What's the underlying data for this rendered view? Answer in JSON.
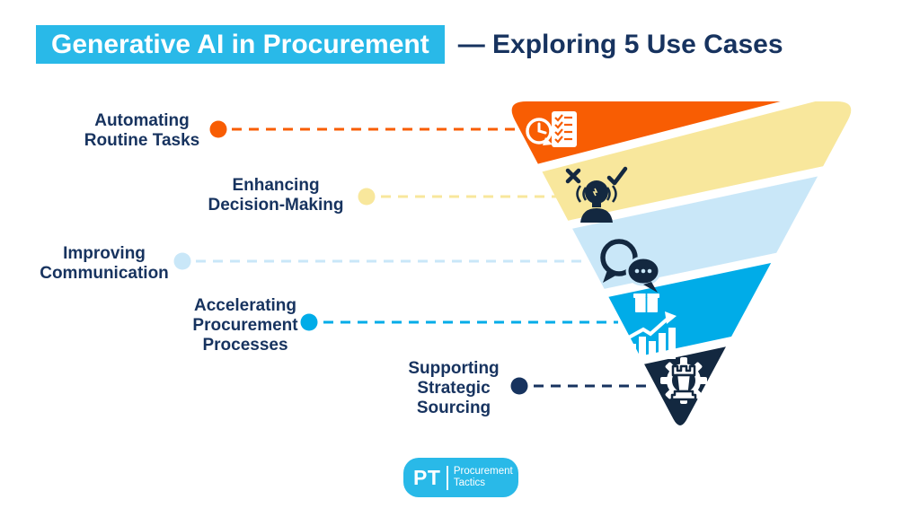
{
  "title": {
    "highlight": "Generative AI in Procurement",
    "suffix": "— Exploring 5 Use Cases"
  },
  "colors": {
    "orange": "#F85D03",
    "cream": "#F8E79C",
    "pale_blue": "#C9E7F8",
    "cyan_band": "#00ACE8",
    "navy": "#132840",
    "cyan_bright": "#29B9E8",
    "text_navy": "#17335F"
  },
  "use_cases": [
    {
      "label": "Automating\nRoutine Tasks",
      "icon": "clock-checklist-icon",
      "color_key": "orange"
    },
    {
      "label": "Enhancing\nDecision-Making",
      "icon": "lightbulb-person-icon",
      "color_key": "cream"
    },
    {
      "label": "Improving\nCommunication",
      "icon": "chat-bubbles-icon",
      "color_key": "pale_blue"
    },
    {
      "label": "Accelerating\nProcurement\nProcesses",
      "icon": "box-bar-chart-icon",
      "color_key": "cyan_band"
    },
    {
      "label": "Supporting\nStrategic\nSourcing",
      "icon": "gear-chess-icon",
      "color_key": "navy"
    }
  ],
  "logo": {
    "monogram": "PT",
    "name": "Procurement\nTactics"
  }
}
